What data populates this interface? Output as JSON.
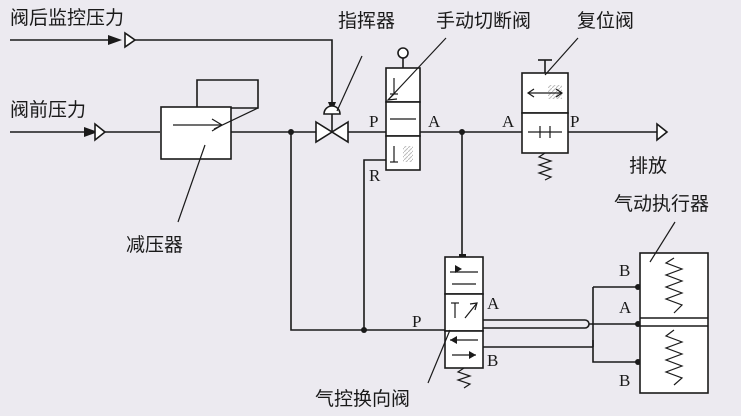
{
  "labels": {
    "downstream_monitor_pressure": "阀后监控压力",
    "upstream_pressure": "阀前压力",
    "pilot": "指挥器",
    "manual_shutoff_valve": "手动切断阀",
    "reset_valve": "复位阀",
    "pressure_reducer": "减压器",
    "exhaust": "排放",
    "pneumatic_actuator": "气动执行器",
    "pilot_operated_directional_valve": "气控换向阀"
  },
  "ports": {
    "manual_p": "P",
    "manual_a": "A",
    "manual_r": "R",
    "reset_a": "A",
    "reset_p": "P",
    "dir_p": "P",
    "dir_a": "A",
    "dir_b": "B",
    "act_b_top": "B",
    "act_a": "A",
    "act_b_bottom": "B"
  },
  "colors": {
    "line": "#1a1a1a",
    "background": "#eceaf0",
    "fill": "#ffffff"
  }
}
